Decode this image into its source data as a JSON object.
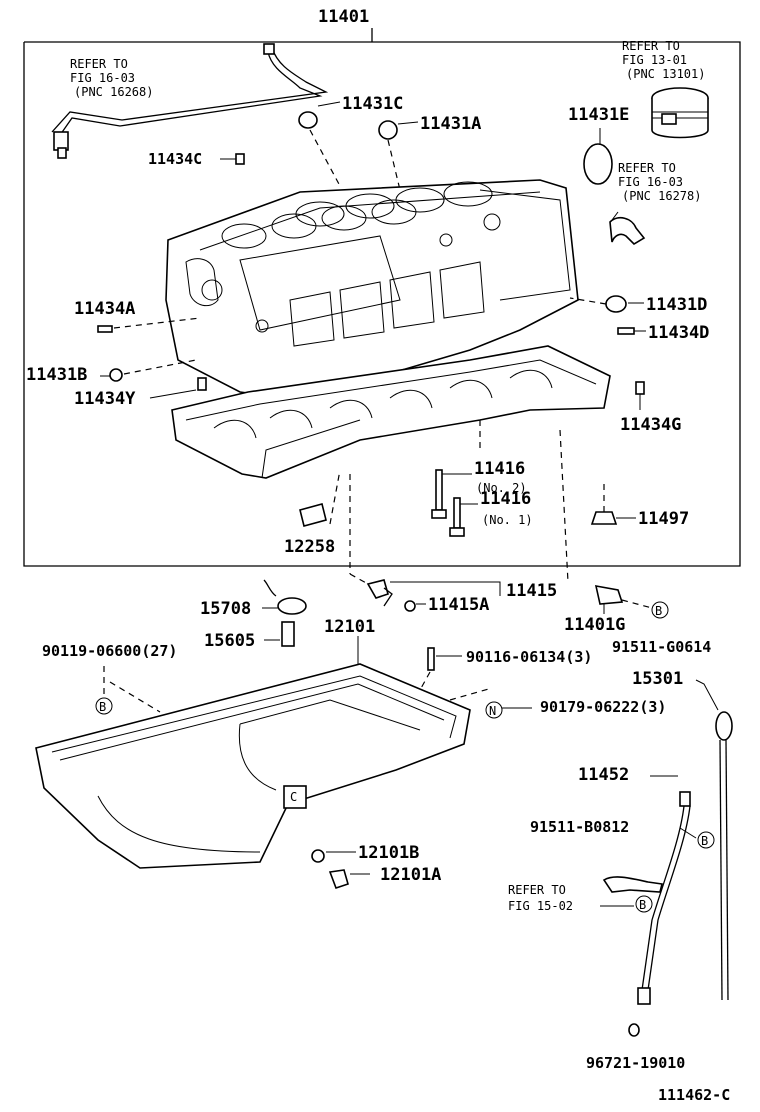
{
  "frame_label": "11401",
  "refs": {
    "ref_16_03_top": [
      "REFER TO",
      "FIG 16-03",
      "(PNC 16268)"
    ],
    "ref_13_01": [
      "REFER TO",
      "FIG 13-01",
      "(PNC 13101)"
    ],
    "ref_16_03_right": [
      "REFER TO",
      "FIG 16-03",
      "(PNC 16278)"
    ],
    "ref_15_02": [
      "REFER TO",
      "FIG 15-02"
    ]
  },
  "parts": {
    "p11431C": "11431C",
    "p11431A": "11431A",
    "p11431E": "11431E",
    "p11434C": "11434C",
    "p11434A": "11434A",
    "p11431D": "11431D",
    "p11434D": "11434D",
    "p11431B": "11431B",
    "p11434Y": "11434Y",
    "p11434G": "11434G",
    "p11416_no2": "11416",
    "p11416_no2_sub": "(No. 2)",
    "p11416_no1": "11416",
    "p11416_no1_sub": "(No. 1)",
    "p11497": "11497",
    "p12258": "12258",
    "p11415": "11415",
    "p11415A": "11415A",
    "p11401G": "11401G",
    "p91511_G0614": "91511-G0614",
    "p15708": "15708",
    "p15605": "15605",
    "p12101": "12101",
    "p90119": "90119-06600(27)",
    "p90116": "90116-06134(3)",
    "p15301": "15301",
    "p90179": "90179-06222(3)",
    "p11452": "11452",
    "p91511_B0812": "91511-B0812",
    "p12101B": "12101B",
    "p12101A": "12101A",
    "p96721": "96721-19010"
  },
  "markers": {
    "B": "B",
    "N": "N",
    "C": "C"
  },
  "footer_code": "111462-C"
}
